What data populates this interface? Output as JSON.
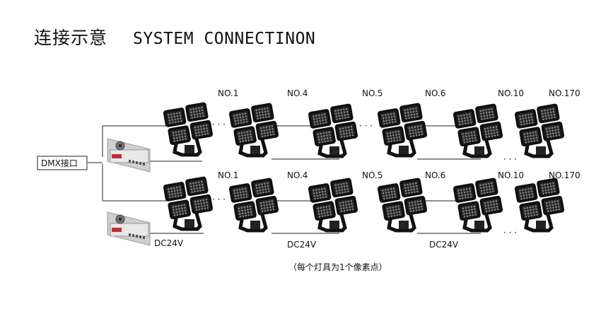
{
  "title": {
    "cn": "连接示意",
    "en": "SYSTEM CONNECTINON"
  },
  "dmx_label": "DMX接口",
  "row1_labels": [
    "NO.1",
    "NO.4",
    "NO.5",
    "NO.6",
    "NO.10",
    "NO.170"
  ],
  "row2_labels": [
    "NO.1",
    "NO.4",
    "NO.5",
    "NO.6",
    "NO.10",
    "NO.170"
  ],
  "power_labels": [
    "DC24V",
    "DC24V",
    "DC24V"
  ],
  "ellipsis": "· · ·",
  "note": "（每个灯具为1个像素点）"
}
